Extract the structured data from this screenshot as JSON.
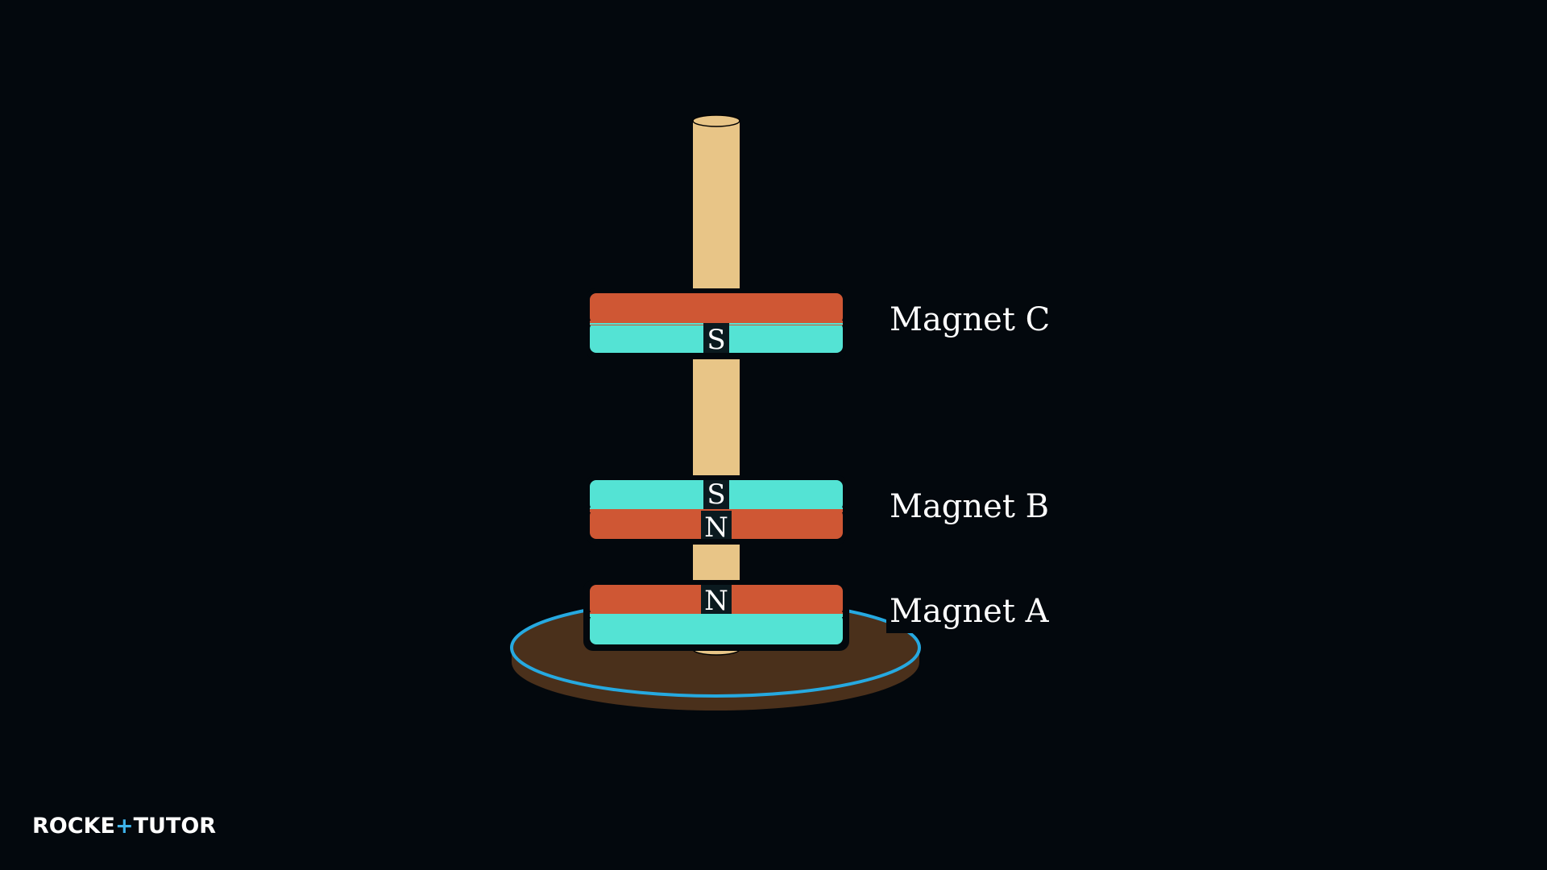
{
  "logo": {
    "text_left": "ROCKE",
    "plus": "+",
    "text_right": "TUTOR"
  },
  "magnets": [
    {
      "name": "Magnet C",
      "top_pole": "N",
      "bottom_pole": "S",
      "top_label": "",
      "bottom_label": "S"
    },
    {
      "name": "Magnet B",
      "top_pole": "S",
      "bottom_pole": "N",
      "top_label": "S",
      "bottom_label": "N"
    },
    {
      "name": "Magnet A",
      "top_pole": "N",
      "bottom_pole": "S",
      "top_label": "N",
      "bottom_label": ""
    }
  ],
  "colors": {
    "background": "#03080d",
    "north_pole": "#cf5734",
    "south_pole": "#54e3d4",
    "rod": "#e8c587",
    "base": "#4a301b",
    "base_outline": "#26a9e0",
    "label": "#ffffff"
  }
}
